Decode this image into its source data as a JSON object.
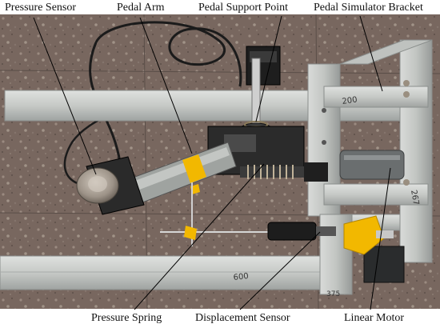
{
  "labels": {
    "pressure_sensor": "Pressure Sensor",
    "pedal_arm": "Pedal Arm",
    "pedal_support_point": "Pedal Support Point",
    "pedal_simulator_bracket": "Pedal Simulator Bracket",
    "pressure_spring": "Pressure Spring",
    "displacement_sensor": "Displacement Sensor",
    "linear_motor": "Linear Motor"
  },
  "bracket_markings": {
    "mark_top": "200",
    "mark_right": "267",
    "mark_floor": "600",
    "mark_bottom": "375"
  },
  "colors": {
    "floor": "#7b6a62",
    "aluminum": "#c8cbc8",
    "steel": "#b4b8b6",
    "dark": "#232323",
    "yellow": "#f2b800",
    "pedal_pad": "#a39a8f",
    "label_text": "#111111",
    "leader_line": "#000000"
  }
}
